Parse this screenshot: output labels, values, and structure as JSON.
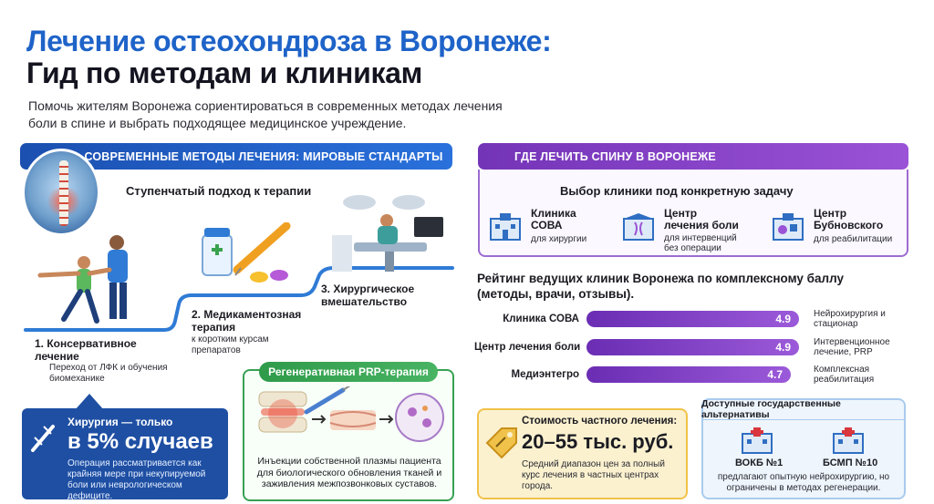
{
  "header": {
    "title_line1": "Лечение остеохондроза в Воронеже:",
    "title_line2": "Гид по методам и клиникам",
    "intro": "Помочь жителям Воронежа сориентироваться в современных методах лечения боли в спине и выбрать подходящее медицинское учреждение."
  },
  "methods": {
    "band": "СОВРЕМЕННЫЕ МЕТОДЫ ЛЕЧЕНИЯ: МИРОВЫЕ СТАНДАРТЫ",
    "subtitle": "Ступенчатый подход к терапии",
    "steps": [
      {
        "label": "1. Консервативное лечение",
        "sub": "Переход от ЛФК и обучения биомеханике"
      },
      {
        "label": "2. Медикаментозная терапия",
        "sub": "к коротким курсам препаратов"
      },
      {
        "label": "3. Хирургическое вмешательство",
        "sub": ""
      }
    ],
    "surgery_box": {
      "line1": "Хирургия — только",
      "line2": "в 5% случаев",
      "text": "Операция рассматривается как крайняя мере при некупируемой боли или неврологическом дефиците."
    },
    "prp": {
      "title": "Регенеративная PRP-терапия",
      "text": "Инъекции собственной плазмы пациента для биологического обновления тканей и заживления межпозвонковых суставов."
    }
  },
  "where": {
    "band": "ГДЕ ЛЕЧИТЬ СПИНУ В ВОРОНЕЖЕ",
    "subtitle": "Выбор клиники под конкретную задачу",
    "clinics": [
      {
        "name1": "Клиника",
        "name2": "СОВА",
        "name3": "",
        "sub": "для хирургии"
      },
      {
        "name1": "Центр",
        "name2": "лечения боли",
        "name3": "",
        "sub": "для интервенций без операции"
      },
      {
        "name1": "Центр",
        "name2": "Бубновского",
        "name3": "",
        "sub": "для реабилитации"
      }
    ],
    "rating_title": "Рейтинг ведущих клиник Воронежа по комплексному баллу (методы, врачи, отзывы).",
    "rating": [
      {
        "name": "Клиника СОВА",
        "score": "4.9",
        "value": 4.9,
        "note": "Нейрохирургия и стационар"
      },
      {
        "name": "Центр лечения боли",
        "score": "4.9",
        "value": 4.9,
        "note": "Интервенционное лечение, PRP"
      },
      {
        "name": "Медиэнтегро",
        "score": "4.7",
        "value": 4.7,
        "note": "Комплексная реабилитация"
      }
    ],
    "cost": {
      "title": "Стоимость частного лечения:",
      "value": "20–55 тыс. руб.",
      "text": "Средний диапазон цен за полный курс лечения в частных центрах города."
    },
    "gov": {
      "title": "Доступные государственные альтернативы",
      "items": [
        "ВОКБ №1",
        "БСМП №10"
      ],
      "text": "предлагают опытную нейрохирургию, но ограничены в методах регенерации."
    }
  },
  "colors": {
    "blue": "#1e63c8",
    "purple": "#8a45c9",
    "green": "#37a154",
    "yellow": "#f1c24a"
  }
}
